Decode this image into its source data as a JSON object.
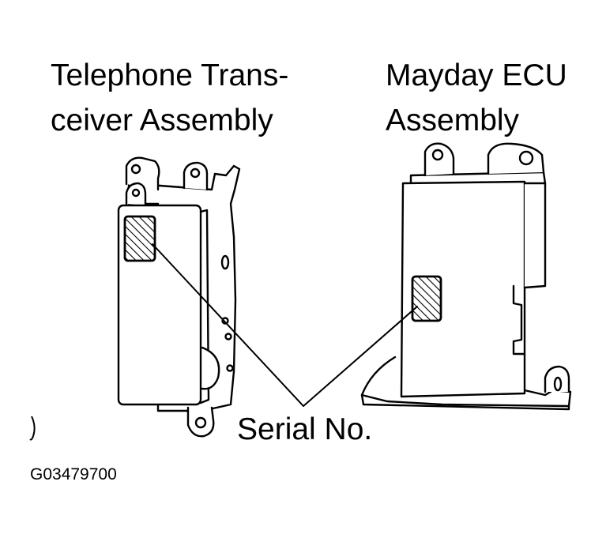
{
  "labels": {
    "telephone_line1": "Telephone Trans-",
    "telephone_line2": "ceiver Assembly",
    "mayday_line1": "Mayday ECU",
    "mayday_line2": "Assembly",
    "serial": "Serial No.",
    "figure_code": "G03479700"
  },
  "colors": {
    "ink": "#000000",
    "paper": "#ffffff"
  }
}
